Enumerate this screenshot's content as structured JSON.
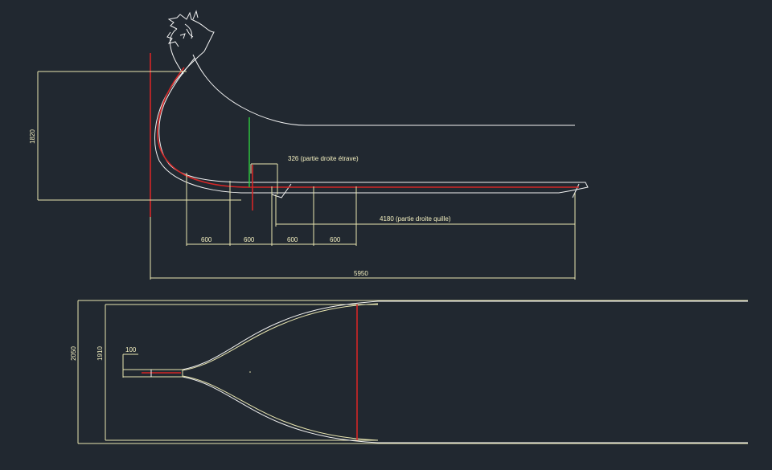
{
  "colors": {
    "background": "#212830",
    "dimension": "#e9e6b0",
    "hull": "#f2f2f2",
    "keel_red": "#d42626",
    "marker_green": "#2ecc40"
  },
  "side_view": {
    "height_dim": "1820",
    "etrave_straight_dim": "326 (partie droite étrave)",
    "keel_straight_dim": "4180 (partie droite quille)",
    "spacing_dims": [
      "600",
      "600",
      "600",
      "600"
    ],
    "total_length_dim": "5950"
  },
  "plan_view": {
    "outer_width_dim": "2050",
    "inner_width_dim": "1910",
    "stem_width_dim": "100"
  }
}
